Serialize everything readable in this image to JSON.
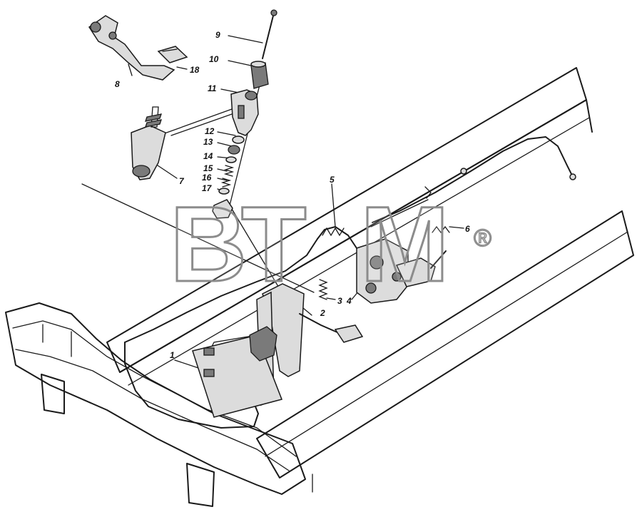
{
  "callouts": [
    {
      "id": "1",
      "label": "1"
    },
    {
      "id": "2",
      "label": "2"
    },
    {
      "id": "3",
      "label": "3"
    },
    {
      "id": "4",
      "label": "4"
    },
    {
      "id": "5",
      "label": "5"
    },
    {
      "id": "6",
      "label": "6"
    },
    {
      "id": "7",
      "label": "7"
    },
    {
      "id": "8",
      "label": "8"
    },
    {
      "id": "9",
      "label": "9"
    },
    {
      "id": "10",
      "label": "10"
    },
    {
      "id": "11",
      "label": "11"
    },
    {
      "id": "12",
      "label": "12"
    },
    {
      "id": "13",
      "label": "13"
    },
    {
      "id": "14",
      "label": "14"
    },
    {
      "id": "15",
      "label": "15"
    },
    {
      "id": "16",
      "label": "16"
    },
    {
      "id": "17",
      "label": "17"
    },
    {
      "id": "18",
      "label": "18"
    }
  ],
  "watermark": {
    "letter_1": "B",
    "letter_2": "T",
    "letter_3": "M",
    "registered": "®"
  }
}
